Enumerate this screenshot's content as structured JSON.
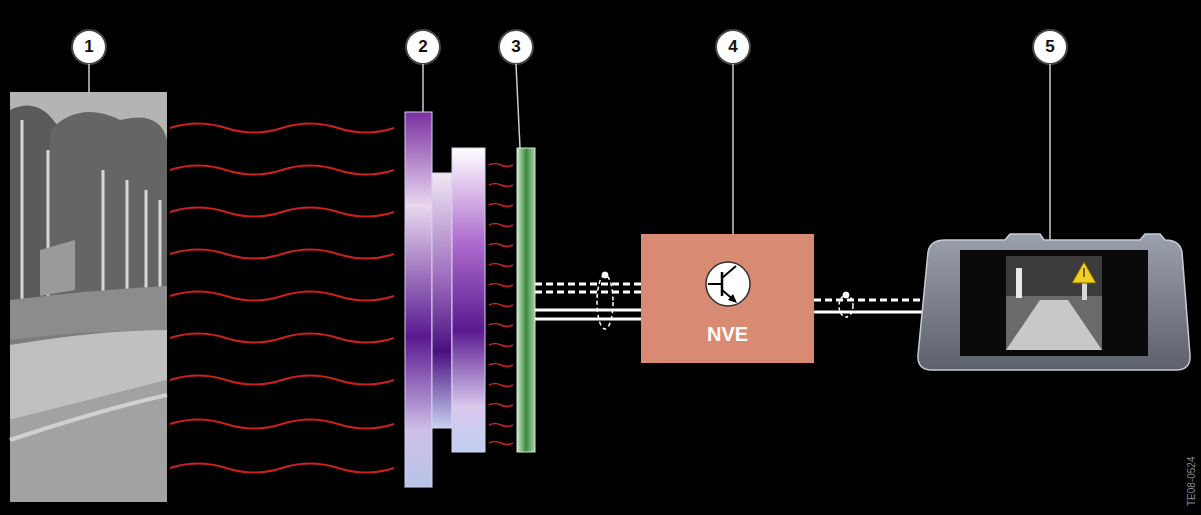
{
  "diagram": {
    "nodes": [
      {
        "text": [
          "NVE"
        ]
      }
    ],
    "labels": [
      "1",
      "2",
      "3",
      "4",
      "5",
      "TE08-0524"
    ]
  }
}
